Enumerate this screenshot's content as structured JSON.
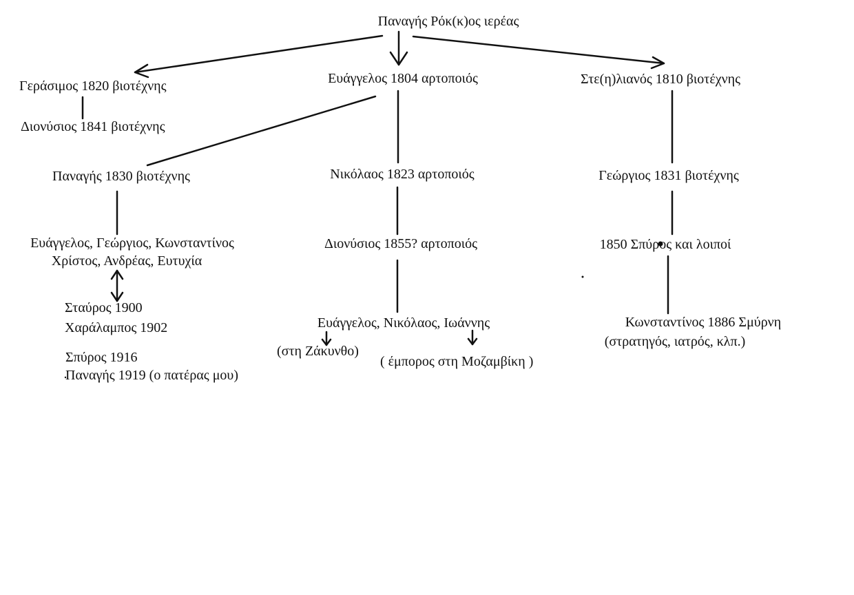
{
  "root": "Παναγής  Ρόκ(κ)ος  ιερέας",
  "gerasimos": "Γεράσιμος  1820  βιοτέχνης",
  "dionysios_1841": "Διονύσιος  1841  βιοτέχνης",
  "evangelos_1804": "Ευάγγελος  1804 αρτοποιός",
  "stelianos": "Στε(η)λιανός  1810  βιοτέχνης",
  "panagis_1830": "Παναγής  1830 βιοτέχνης",
  "nikolaos_1823": "Νικόλαος  1823 αρτοποιός",
  "georgios_1831": "Γεώργιος  1831 βιοτέχνης",
  "children_1830_line1": "Ευάγγελος, Γεώργιος, Κωνσταντίνος",
  "children_1830_line2": "Χρίστος, Ανδρέας, Ευτυχία",
  "dionysios_1855": "Διονύσιος  1855? αρτοποιός",
  "spyros_1850": "1850 Σπύρος  και λοιποί",
  "stavros": "Σταύρος 1900",
  "charalampos": "Χαράλαμπος  1902",
  "spyros_1916": "Σπύρος  1916",
  "panagis_1919": "Παναγής  1919 (ο πατέρας μου)",
  "children_1855": "Ευάγγελος, Νικόλαος, Ιωάννης",
  "zakynthos": "(στη Ζάκυνθο)",
  "mozambique": "( έμπορος στη Μοζαμβίκη )",
  "konstantinos_1886": "Κωνσταντίνος 1886 Σμύρνη",
  "konstantinos_note": "(στρατηγός, ιατρός, κλπ.)",
  "colors": {
    "ink": "#111111",
    "background": "#ffffff"
  }
}
